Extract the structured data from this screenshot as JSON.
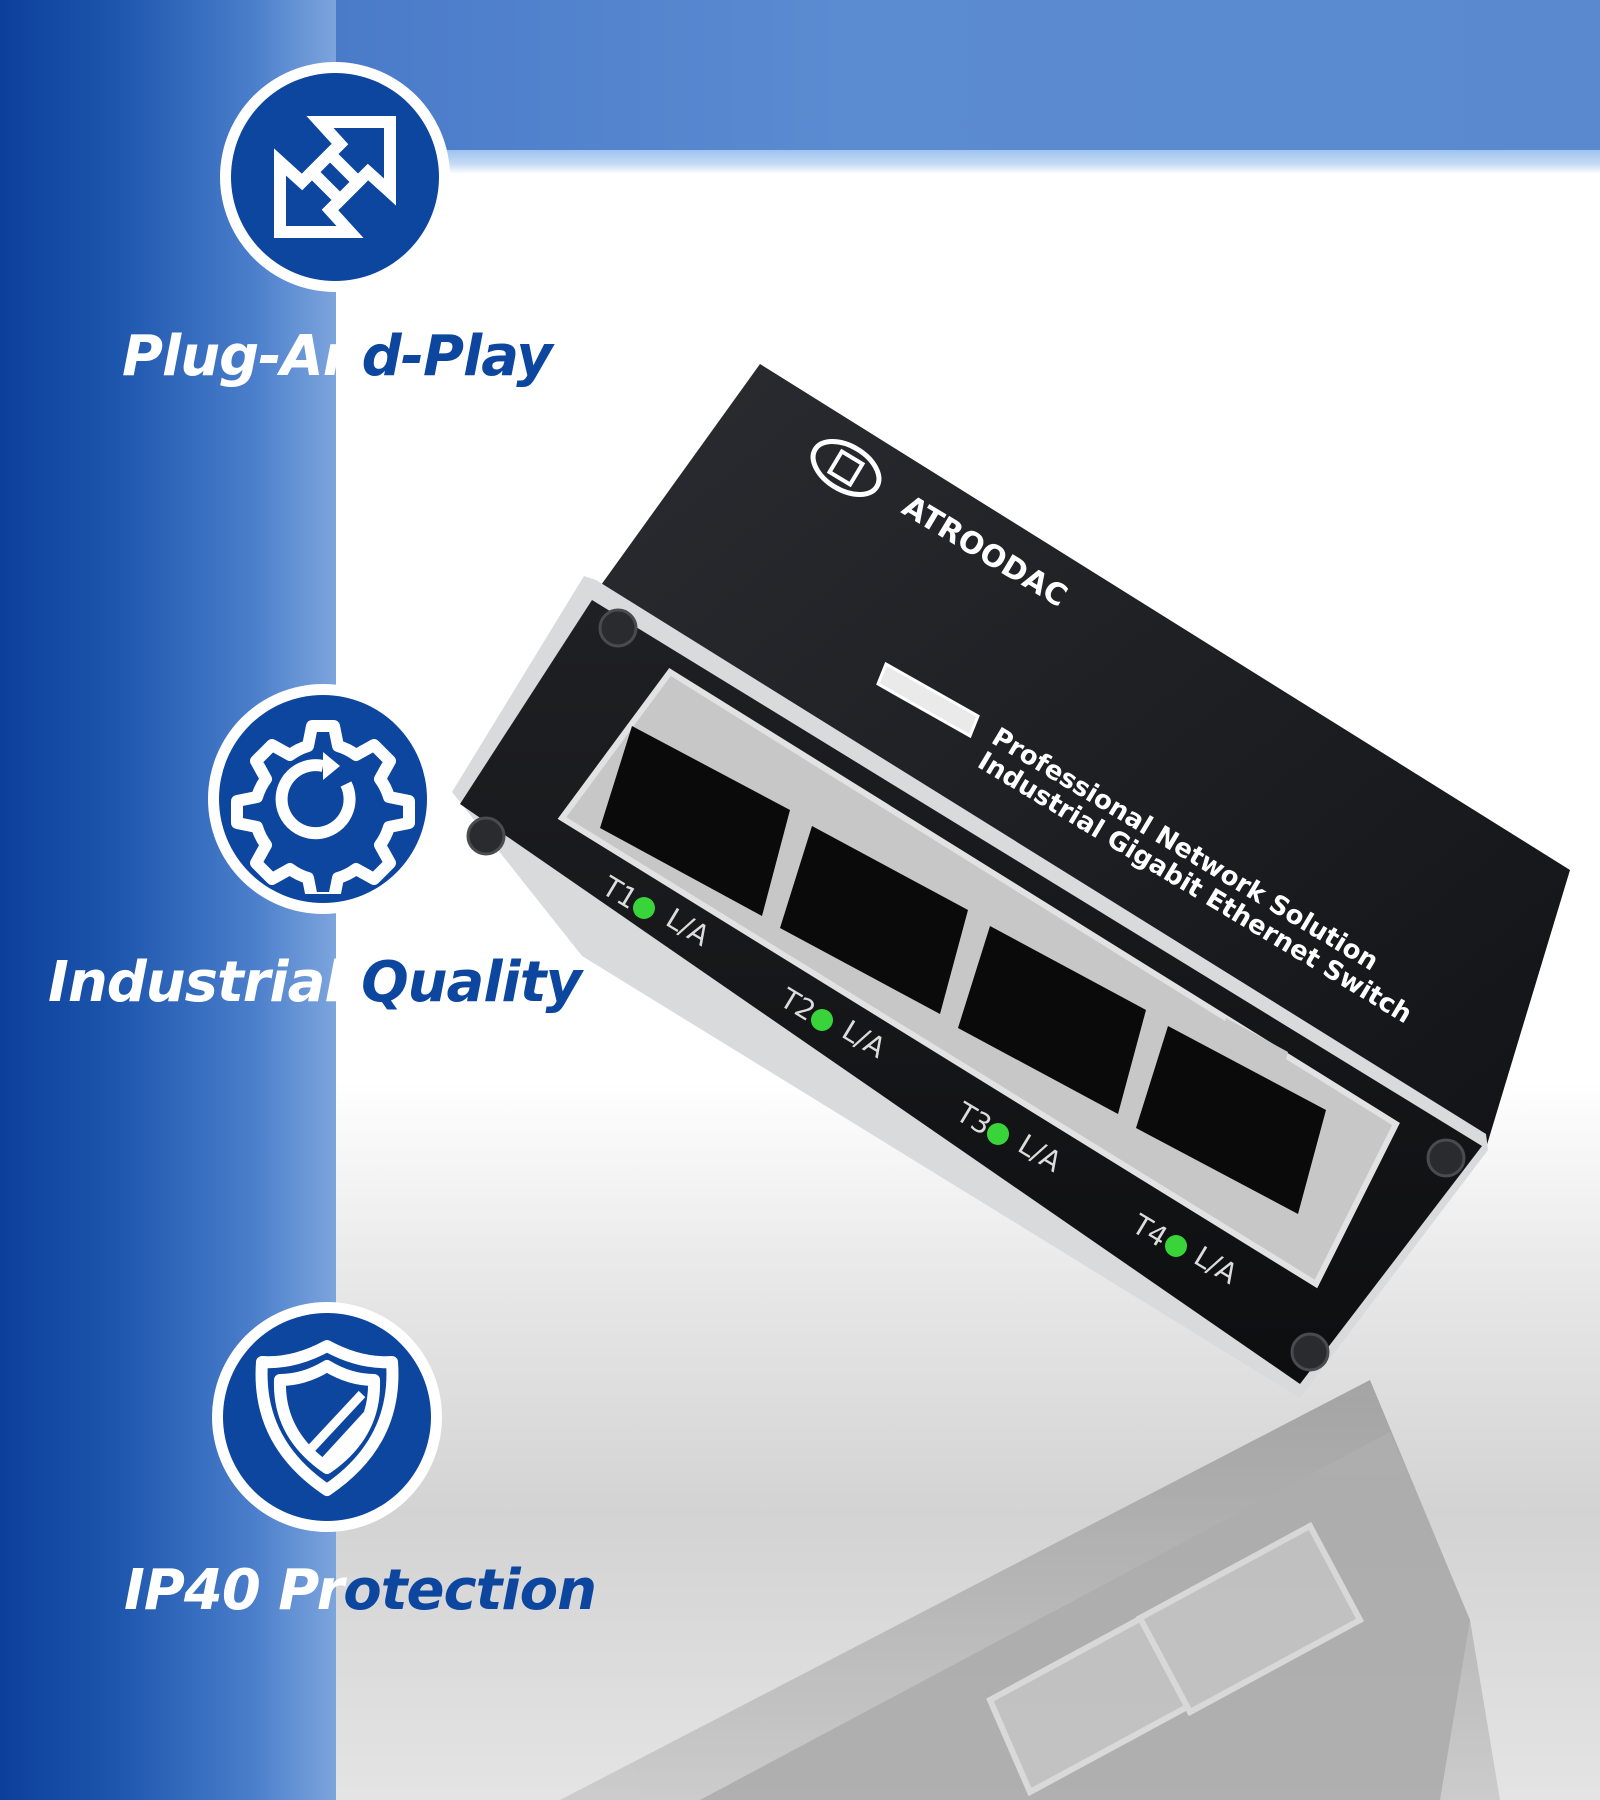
{
  "features": [
    {
      "label_a": "Plug-An",
      "label_b": "d-Play",
      "icon": "arrows-exchange-icon"
    },
    {
      "label_a": "Industrial ",
      "label_b": "Quality",
      "icon": "gear-icon"
    },
    {
      "label_a": "IP40 Pr",
      "label_b": "otection",
      "icon": "shield-icon"
    }
  ],
  "product": {
    "brand": "ATROODAC",
    "line1": "Professional Network Solution",
    "line2": "Industrial Gigabit Ethernet Switch",
    "ports": [
      {
        "id": "T1",
        "led": "L/A"
      },
      {
        "id": "T2",
        "led": "L/A"
      },
      {
        "id": "T3",
        "led": "L/A"
      },
      {
        "id": "T4",
        "led": "L/A"
      }
    ]
  },
  "colors": {
    "brand_blue": "#0c469f",
    "led_green": "#39d43a",
    "case_black": "#1b1c1f"
  }
}
